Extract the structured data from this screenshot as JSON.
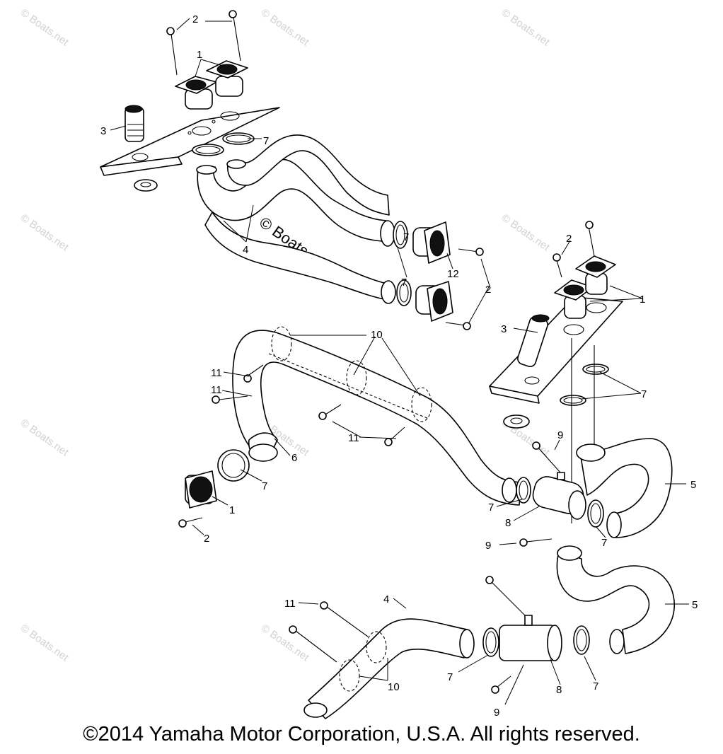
{
  "watermark": {
    "small_text": "© Boats.net",
    "large_text": "© Boats.net"
  },
  "callouts": {
    "top_2": "2",
    "top_1": "1",
    "top_3": "3",
    "top_7": "7",
    "top_4": "4",
    "mid_7a": "7",
    "mid_7b": "7",
    "mid_12": "12",
    "mid_2": "2",
    "r_2": "2",
    "r_1": "1",
    "r_3": "3",
    "r_7": "7",
    "c_10": "10",
    "c_11a": "11",
    "c_11b": "11",
    "c_11c": "11",
    "l_6": "6",
    "l_7": "7",
    "l_1": "1",
    "l_2": "2",
    "r_9a": "9",
    "r_5a": "5",
    "r_7b": "7",
    "r_8a": "8",
    "r_7c": "7",
    "r_9b": "9",
    "r_5b": "5",
    "b_11": "11",
    "b_4": "4",
    "b_10": "10",
    "b_7a": "7",
    "b_8": "8",
    "b_7b": "7",
    "b_9": "9"
  },
  "copyright": "©2014 Yamaha Motor Corporation, U.S.A. All rights reserved."
}
